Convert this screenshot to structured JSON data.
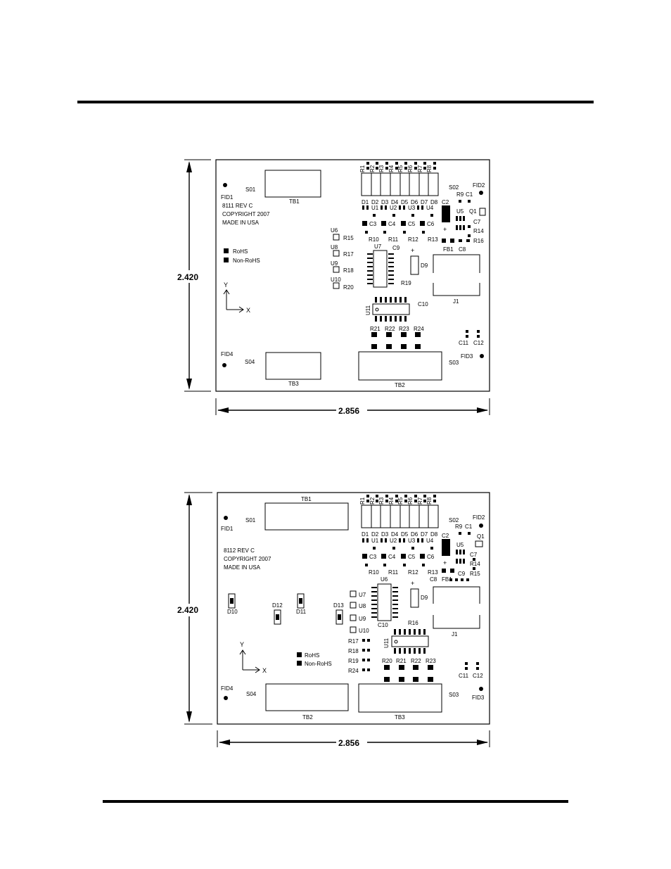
{
  "board1": {
    "overall_height": "2.420",
    "overall_width": "2.856",
    "board_info": [
      "8111 REV C",
      "COPYRIGHT 2007",
      "MADE IN USA"
    ],
    "legend": [
      "RoHS",
      "Non-RoHS"
    ],
    "axis": {
      "y": "Y",
      "x": "X"
    },
    "fiducials": [
      "FID1",
      "FID2",
      "FID3",
      "FID4"
    ],
    "terminal_blocks": [
      "TB1",
      "TB2",
      "TB3"
    ],
    "sockets": [
      "S01",
      "S02",
      "S03",
      "S04"
    ],
    "top_resistors": [
      "R1",
      "R2",
      "R3",
      "R4",
      "R5",
      "R6",
      "R7",
      "R8"
    ],
    "diodes": [
      "D1",
      "D2",
      "D3",
      "D4",
      "D5",
      "D6",
      "D7",
      "D8"
    ],
    "ics_row": [
      "U1",
      "U2",
      "U3",
      "U4"
    ],
    "caps_row": [
      "C3",
      "C4",
      "C5",
      "C6"
    ],
    "res_row": [
      "R10",
      "R11",
      "R12",
      "R13"
    ],
    "bottom_res": [
      "R21",
      "R22",
      "R23",
      "R24"
    ],
    "left_parts": [
      {
        "u": "U6",
        "r": "R15"
      },
      {
        "u": "U8",
        "r": "R17"
      },
      {
        "u": "U9",
        "r": "R18"
      },
      {
        "u": "U10",
        "r": "R20"
      }
    ],
    "misc": {
      "r9": "R9",
      "c1": "C1",
      "c2": "C2",
      "u5": "U5",
      "q1": "Q1",
      "c7": "C7",
      "r14": "R14",
      "r16": "R16",
      "fb1": "FB1",
      "c8": "C8",
      "u7": "U7",
      "c9": "C9",
      "d9": "D9",
      "r19": "R19",
      "c10": "C10",
      "j1": "J1",
      "u11": "U11",
      "c11": "C11",
      "c12": "C12",
      "plus": "+"
    }
  },
  "board2": {
    "overall_height": "2.420",
    "overall_width": "2.856",
    "board_info": [
      "8112 REV C",
      "COPYRIGHT 2007",
      "MADE IN USA"
    ],
    "legend": [
      "RoHS",
      "Non-RoHS"
    ],
    "axis": {
      "y": "Y",
      "x": "X"
    },
    "fiducials": [
      "FID1",
      "FID2",
      "FID3",
      "FID4"
    ],
    "terminal_blocks": [
      "TB1",
      "TB2",
      "TB3"
    ],
    "sockets": [
      "S01",
      "S02",
      "S03",
      "S04"
    ],
    "top_resistors": [
      "R1",
      "R2",
      "R3",
      "R4",
      "R5",
      "R6",
      "R7",
      "R8"
    ],
    "diodes": [
      "D1",
      "D2",
      "D3",
      "D4",
      "D5",
      "D6",
      "D7",
      "D8"
    ],
    "ics_row": [
      "U1",
      "U2",
      "U3",
      "U4"
    ],
    "caps_row": [
      "C3",
      "C4",
      "C5",
      "C6"
    ],
    "res_row": [
      "R10",
      "R11",
      "R12",
      "R13"
    ],
    "bottom_res": [
      "R20",
      "R21",
      "R22",
      "R23"
    ],
    "left_diodes": [
      "D10",
      "D12",
      "D11",
      "D13"
    ],
    "right_u": [
      "U7",
      "U8",
      "U9",
      "U10"
    ],
    "left_res": [
      "R17",
      "R18",
      "R19",
      "R24"
    ],
    "misc": {
      "r9": "R9",
      "c1": "C1",
      "c2": "C2",
      "u5": "U5",
      "q1": "Q1",
      "c7": "C7",
      "r14": "R14",
      "r15": "R15",
      "fb1": "FB1",
      "c9": "C9",
      "c8": "C8",
      "u6": "U6",
      "d9": "D9",
      "c10": "C10",
      "r16": "R16",
      "j1": "J1",
      "u11": "U11",
      "c11": "C11",
      "c12": "C12",
      "plus": "+"
    }
  }
}
